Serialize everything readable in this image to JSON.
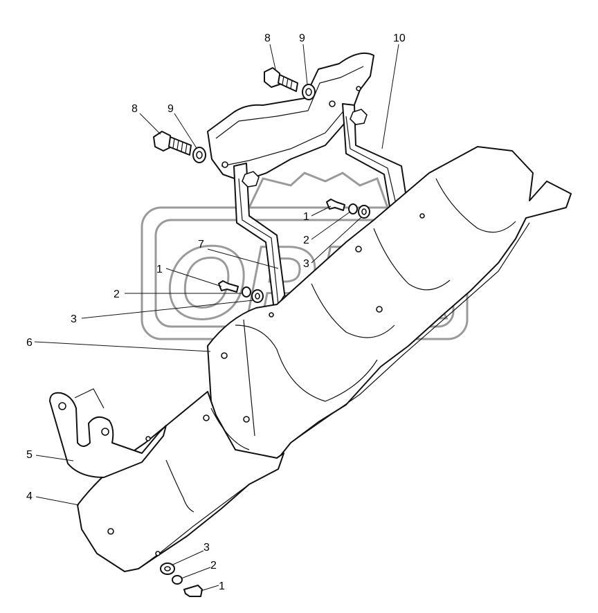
{
  "diagram": {
    "watermark": "OPEX",
    "callouts": [
      {
        "id": "c8a",
        "label": "8"
      },
      {
        "id": "c9a",
        "label": "9"
      },
      {
        "id": "c10",
        "label": "10"
      },
      {
        "id": "c8b",
        "label": "8"
      },
      {
        "id": "c9b",
        "label": "9"
      },
      {
        "id": "c1a",
        "label": "1"
      },
      {
        "id": "c2a",
        "label": "2"
      },
      {
        "id": "c7",
        "label": "7"
      },
      {
        "id": "c3a",
        "label": "3"
      },
      {
        "id": "c1b",
        "label": "1"
      },
      {
        "id": "c2b",
        "label": "2"
      },
      {
        "id": "c3b",
        "label": "3"
      },
      {
        "id": "c6",
        "label": "6"
      },
      {
        "id": "c5",
        "label": "5"
      },
      {
        "id": "c4",
        "label": "4"
      },
      {
        "id": "c3c",
        "label": "3"
      },
      {
        "id": "c2c",
        "label": "2"
      },
      {
        "id": "c1c",
        "label": "1"
      }
    ]
  }
}
